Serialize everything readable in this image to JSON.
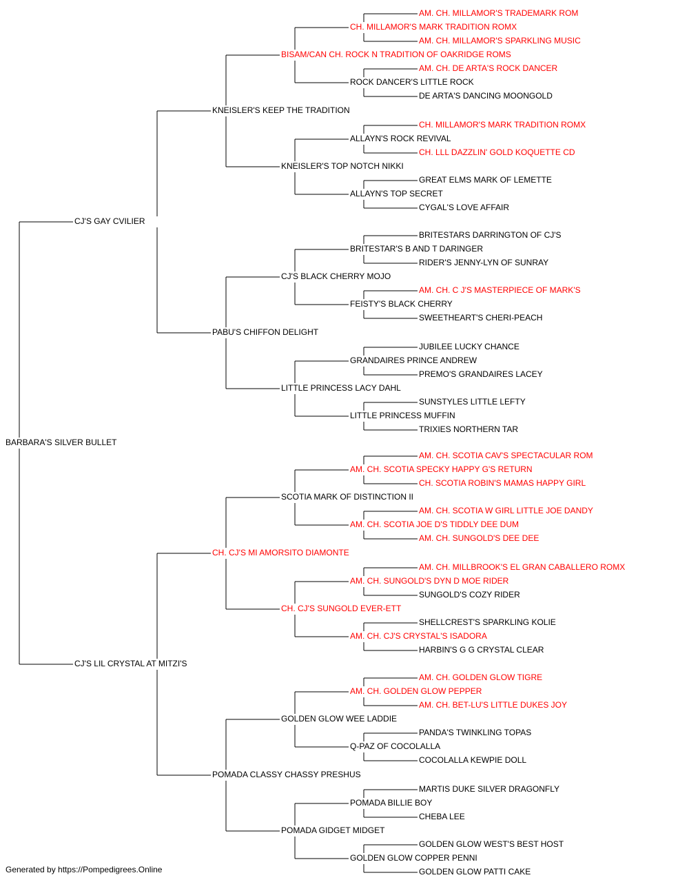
{
  "footer": "Generated by https://Pompedigrees.Online",
  "colors": {
    "champion": "#ff0000",
    "normal": "#000000",
    "line": "#000000"
  },
  "pedigree": {
    "name": "BARBARA'S SILVER BULLET",
    "champion": false,
    "sire": {
      "name": "CJ'S GAY CVILIER",
      "champion": false,
      "sire": {
        "name": "KNEISLER'S KEEP THE TRADITION",
        "champion": false,
        "sire": {
          "name": "BISAM/CAN CH. ROCK N TRADITION OF OAKRIDGE ROMS",
          "champion": true,
          "sire": {
            "name": "CH. MILLAMOR'S MARK TRADITION ROMX",
            "champion": true,
            "sire": {
              "name": "AM. CH. MILLAMOR'S TRADEMARK ROM",
              "champion": true
            },
            "dam": {
              "name": "AM. CH. MILLAMOR'S SPARKLING MUSIC",
              "champion": true
            }
          },
          "dam": {
            "name": "ROCK DANCER'S LITTLE ROCK",
            "champion": false,
            "sire": {
              "name": "AM. CH. DE ARTA'S ROCK DANCER",
              "champion": true
            },
            "dam": {
              "name": "DE ARTA'S DANCING MOONGOLD",
              "champion": false
            }
          }
        },
        "dam": {
          "name": "KNEISLER'S TOP NOTCH NIKKI",
          "champion": false,
          "sire": {
            "name": "ALLAYN'S ROCK REVIVAL",
            "champion": false,
            "sire": {
              "name": "CH. MILLAMOR'S MARK TRADITION ROMX",
              "champion": true
            },
            "dam": {
              "name": "CH. LLL DAZZLIN' GOLD KOQUETTE CD",
              "champion": true
            }
          },
          "dam": {
            "name": "ALLAYN'S TOP SECRET",
            "champion": false,
            "sire": {
              "name": "GREAT ELMS MARK OF LEMETTE",
              "champion": false
            },
            "dam": {
              "name": "CYGAL'S LOVE AFFAIR",
              "champion": false
            }
          }
        }
      },
      "dam": {
        "name": "PABU'S CHIFFON DELIGHT",
        "champion": false,
        "sire": {
          "name": "CJ'S BLACK CHERRY MOJO",
          "champion": false,
          "sire": {
            "name": "BRITESTAR'S B AND T DARINGER",
            "champion": false,
            "sire": {
              "name": "BRITESTARS DARRINGTON OF CJ'S",
              "champion": false
            },
            "dam": {
              "name": "RIDER'S JENNY-LYN OF SUNRAY",
              "champion": false
            }
          },
          "dam": {
            "name": "FEISTY'S BLACK CHERRY",
            "champion": false,
            "sire": {
              "name": "AM. CH. C J'S MASTERPIECE OF MARK'S",
              "champion": true
            },
            "dam": {
              "name": "SWEETHEART'S CHERI-PEACH",
              "champion": false
            }
          }
        },
        "dam": {
          "name": "LITTLE PRINCESS LACY DAHL",
          "champion": false,
          "sire": {
            "name": "GRANDAIRES PRINCE ANDREW",
            "champion": false,
            "sire": {
              "name": "JUBILEE LUCKY CHANCE",
              "champion": false
            },
            "dam": {
              "name": "PREMO'S GRANDAIRES LACEY",
              "champion": false
            }
          },
          "dam": {
            "name": "LITTLE PRINCESS MUFFIN",
            "champion": false,
            "sire": {
              "name": "SUNSTYLES LITTLE LEFTY",
              "champion": false
            },
            "dam": {
              "name": "TRIXIES NORTHERN TAR",
              "champion": false
            }
          }
        }
      }
    },
    "dam": {
      "name": "CJ'S LIL CRYSTAL AT MITZI'S",
      "champion": false,
      "sire": {
        "name": "CH. CJ'S MI AMORSITO DIAMONTE",
        "champion": true,
        "sire": {
          "name": "SCOTIA MARK OF DISTINCTION II",
          "champion": false,
          "sire": {
            "name": "AM. CH. SCOTIA SPECKY HAPPY G'S RETURN",
            "champion": true,
            "sire": {
              "name": "AM. CH. SCOTIA CAV'S SPECTACULAR ROM",
              "champion": true
            },
            "dam": {
              "name": "CH. SCOTIA ROBIN'S MAMAS HAPPY GIRL",
              "champion": true
            }
          },
          "dam": {
            "name": "AM. CH. SCOTIA JOE D'S TIDDLY DEE DUM",
            "champion": true,
            "sire": {
              "name": "AM. CH. SCOTIA W GIRL LITTLE JOE DANDY",
              "champion": true
            },
            "dam": {
              "name": "AM. CH. SUNGOLD'S DEE DEE",
              "champion": true
            }
          }
        },
        "dam": {
          "name": "CH. CJ'S SUNGOLD EVER-ETT",
          "champion": true,
          "sire": {
            "name": "AM. CH. SUNGOLD'S DYN D MOE RIDER",
            "champion": true,
            "sire": {
              "name": "AM. CH. MILLBROOK'S EL GRAN CABALLERO ROMX",
              "champion": true
            },
            "dam": {
              "name": "SUNGOLD'S COZY RIDER",
              "champion": false
            }
          },
          "dam": {
            "name": "AM. CH. CJ'S CRYSTAL'S ISADORA",
            "champion": true,
            "sire": {
              "name": "SHELLCREST'S SPARKLING KOLIE",
              "champion": false
            },
            "dam": {
              "name": "HARBIN'S G G CRYSTAL CLEAR",
              "champion": false
            }
          }
        }
      },
      "dam": {
        "name": "POMADA CLASSY CHASSY PRESHUS",
        "champion": false,
        "sire": {
          "name": "GOLDEN GLOW WEE LADDIE",
          "champion": false,
          "sire": {
            "name": "AM. CH. GOLDEN GLOW PEPPER",
            "champion": true,
            "sire": {
              "name": "AM. CH. GOLDEN GLOW TIGRE",
              "champion": true
            },
            "dam": {
              "name": "AM. CH. BET-LU'S LITTLE DUKES JOY",
              "champion": true
            }
          },
          "dam": {
            "name": "Q-PAZ OF COCOLALLA",
            "champion": false,
            "sire": {
              "name": "PANDA'S TWINKLING TOPAS",
              "champion": false
            },
            "dam": {
              "name": "COCOLALLA KEWPIE DOLL",
              "champion": false
            }
          }
        },
        "dam": {
          "name": "POMADA GIDGET MIDGET",
          "champion": false,
          "sire": {
            "name": "POMADA BILLIE BOY",
            "champion": false,
            "sire": {
              "name": "MARTIS DUKE SILVER DRAGONFLY",
              "champion": false
            },
            "dam": {
              "name": "CHEBA LEE",
              "champion": false
            }
          },
          "dam": {
            "name": "GOLDEN GLOW COPPER PENNI",
            "champion": false,
            "sire": {
              "name": "GOLDEN GLOW WEST'S BEST HOST",
              "champion": false
            },
            "dam": {
              "name": "GOLDEN GLOW PATTI CAKE",
              "champion": false
            }
          }
        }
      }
    }
  }
}
